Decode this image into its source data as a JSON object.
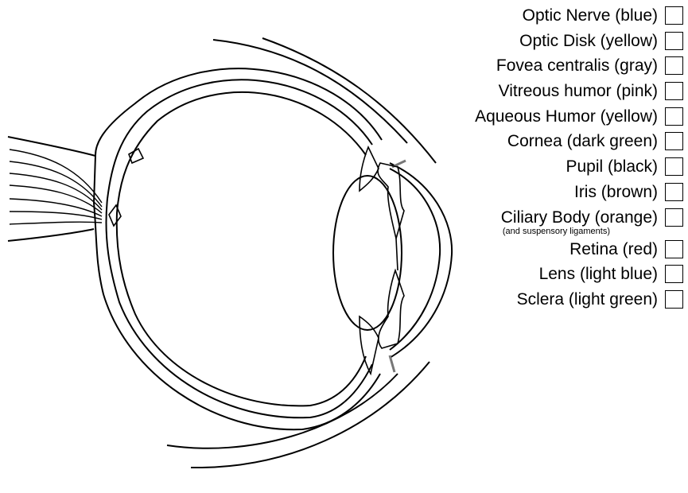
{
  "legend": {
    "items": [
      {
        "label": "Optic Nerve (blue)"
      },
      {
        "label": "Optic Disk (yellow)"
      },
      {
        "label": "Fovea centralis (gray)"
      },
      {
        "label": "Vitreous humor (pink)"
      },
      {
        "label": "Aqueous Humor (yellow)"
      },
      {
        "label": "Cornea (dark green)"
      },
      {
        "label": "Pupil (black)"
      },
      {
        "label": "Iris (brown)"
      },
      {
        "label": "Ciliary Body (orange)",
        "note": "(and suspensory ligaments)"
      },
      {
        "label": "Retina (red)"
      },
      {
        "label": "Lens (light blue)"
      },
      {
        "label": "Sclera (light green)"
      }
    ]
  }
}
